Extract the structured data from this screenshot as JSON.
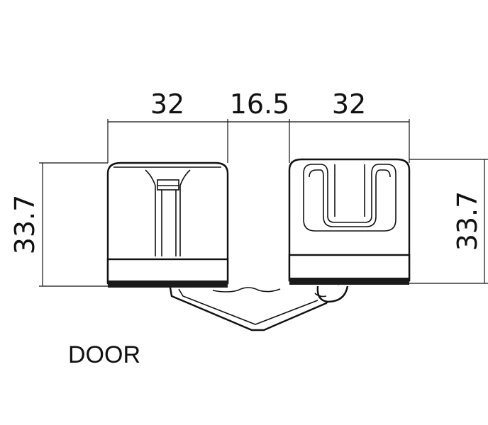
{
  "diagram": {
    "dimensions": {
      "left_width": "32",
      "gap": "16.5",
      "right_width": "32",
      "left_height": "33.7",
      "right_height": "33.7"
    },
    "label": "DOOR",
    "line_color": "#111111"
  }
}
